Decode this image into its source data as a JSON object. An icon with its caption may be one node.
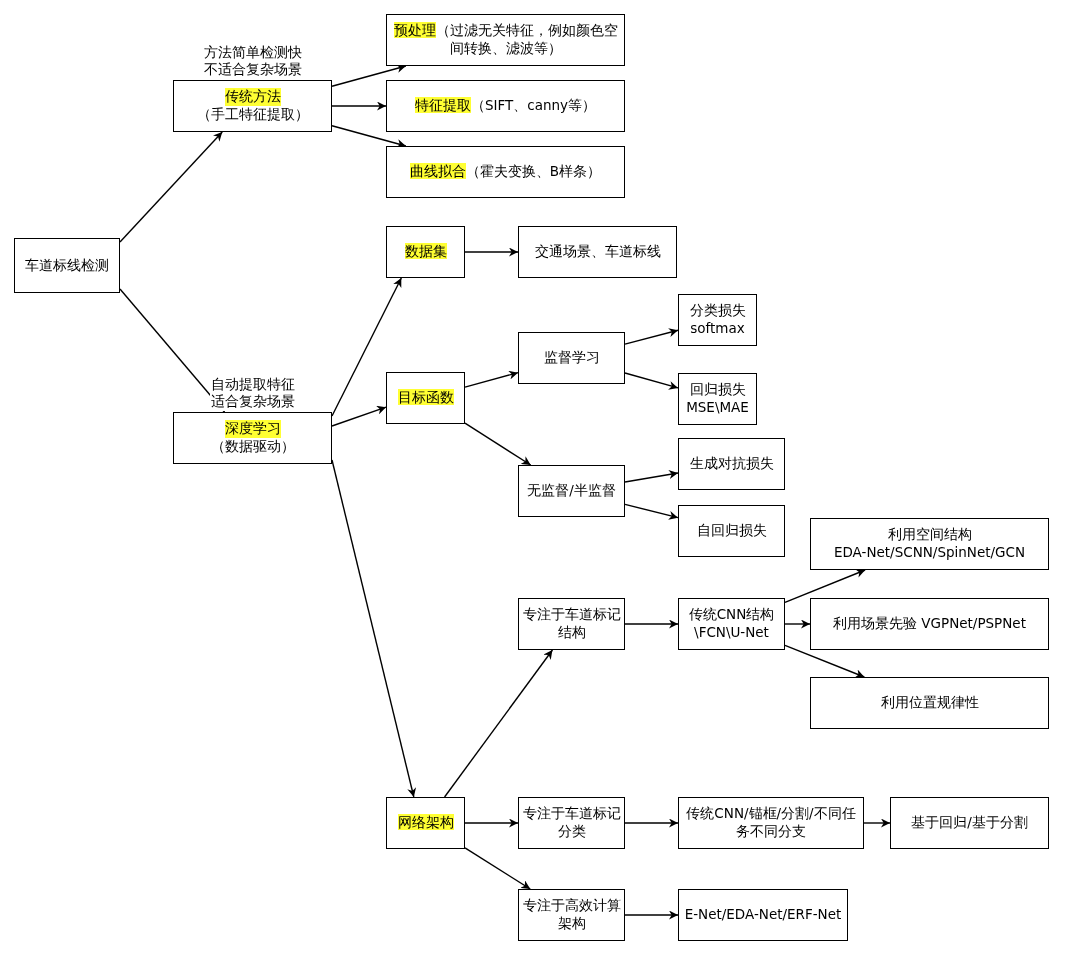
{
  "diagram": {
    "nodes": [
      {
        "text": [
          "车道标线检测"
        ]
      },
      {
        "text": [
          "传统方法",
          "（手工特征提取）"
        ],
        "beside": [
          "方法简单检测快不适合复杂场景"
        ]
      },
      {
        "text": [
          "预处理",
          "（过滤无关特征，例如颜色空间转换、滤波等）"
        ]
      },
      {
        "text": [
          "特征提取",
          "（SIFT、canny等）"
        ]
      },
      {
        "text": [
          "曲线拟合",
          "（霍夫变换、B样条）"
        ]
      },
      {
        "text": [
          "深度学习",
          "（数据驱动）"
        ],
        "beside": [
          "自动提取特征适合复杂场景"
        ]
      },
      {
        "text": [
          "数据集"
        ]
      },
      {
        "text": [
          "交通场景、车道标线"
        ]
      },
      {
        "text": [
          "目标函数"
        ]
      },
      {
        "text": [
          "监督学习"
        ]
      },
      {
        "text": [
          "分类损失 softmax"
        ]
      },
      {
        "text": [
          "回归损失 MSE\\MAE"
        ]
      },
      {
        "text": [
          "无监督/半监督"
        ]
      },
      {
        "text": [
          "生成对抗损失"
        ]
      },
      {
        "text": [
          "自回归损失"
        ]
      },
      {
        "text": [
          "网络架构"
        ]
      },
      {
        "text": [
          "专注于车道标记结构"
        ]
      },
      {
        "text": [
          "传统CNN结构\\FCN\\U-Net"
        ]
      },
      {
        "text": [
          "利用空间结构 EDA-Net/SCNN/SpinNet/GCN"
        ]
      },
      {
        "text": [
          "利用场景先验 VGPNet/PSPNet"
        ]
      },
      {
        "text": [
          "利用位置规律性"
        ]
      },
      {
        "text": [
          "专注于车道标记分类"
        ]
      },
      {
        "text": [
          "传统CNN/锚框/分割/不同任务不同分支"
        ]
      },
      {
        "text": [
          "基于回归/基于分割"
        ]
      },
      {
        "text": [
          "专注于高效计算架构"
        ]
      },
      {
        "text": [
          "E-Net/EDA-Net/ERF-Net"
        ]
      }
    ],
    "edges": [
      {
        "from": 0,
        "to": 1,
        "arrow": "to"
      },
      {
        "from": 0,
        "to": 5,
        "arrow": "to"
      },
      {
        "from": 1,
        "to": 2,
        "arrow": "to"
      },
      {
        "from": 1,
        "to": 3,
        "arrow": "to"
      },
      {
        "from": 1,
        "to": 4,
        "arrow": "to"
      },
      {
        "from": 5,
        "to": 6,
        "arrow": "to"
      },
      {
        "from": 5,
        "to": 8,
        "arrow": "to"
      },
      {
        "from": 5,
        "to": 15,
        "arrow": "to"
      },
      {
        "from": 6,
        "to": 7,
        "arrow": "to"
      },
      {
        "from": 8,
        "to": 9,
        "arrow": "to"
      },
      {
        "from": 8,
        "to": 12,
        "arrow": "to"
      },
      {
        "from": 9,
        "to": 10,
        "arrow": "to"
      },
      {
        "from": 9,
        "to": 11,
        "arrow": "to"
      },
      {
        "from": 12,
        "to": 13,
        "arrow": "to"
      },
      {
        "from": 12,
        "to": 14,
        "arrow": "to"
      },
      {
        "from": 15,
        "to": 16,
        "arrow": "to"
      },
      {
        "from": 15,
        "to": 21,
        "arrow": "to"
      },
      {
        "from": 15,
        "to": 24,
        "arrow": "to"
      },
      {
        "from": 16,
        "to": 17,
        "arrow": "to"
      },
      {
        "from": 17,
        "to": 18,
        "arrow": "to"
      },
      {
        "from": 17,
        "to": 19,
        "arrow": "to"
      },
      {
        "from": 17,
        "to": 20,
        "arrow": "to"
      },
      {
        "from": 21,
        "to": 22,
        "arrow": "to"
      },
      {
        "from": 22,
        "to": 23,
        "arrow": "to"
      },
      {
        "from": 24,
        "to": 25,
        "arrow": "to"
      }
    ]
  }
}
